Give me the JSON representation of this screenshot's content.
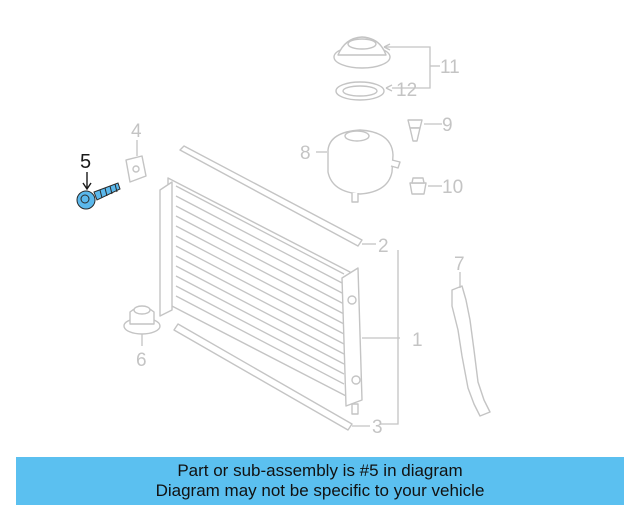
{
  "callouts": {
    "c1": "1",
    "c2": "2",
    "c3": "3",
    "c4": "4",
    "c5": "5",
    "c6": "6",
    "c7": "7",
    "c8": "8",
    "c9": "9",
    "c10": "10",
    "c11": "11",
    "c12": "12"
  },
  "highlighted_part": "5",
  "colors": {
    "highlight": "#5bb8ec",
    "caption_background": "#5bc0f0",
    "line_art": "#c4c4c4"
  },
  "caption": {
    "line1": "Part or sub-assembly is #5 in diagram",
    "line2": "Diagram may not be specific to your vehicle"
  }
}
